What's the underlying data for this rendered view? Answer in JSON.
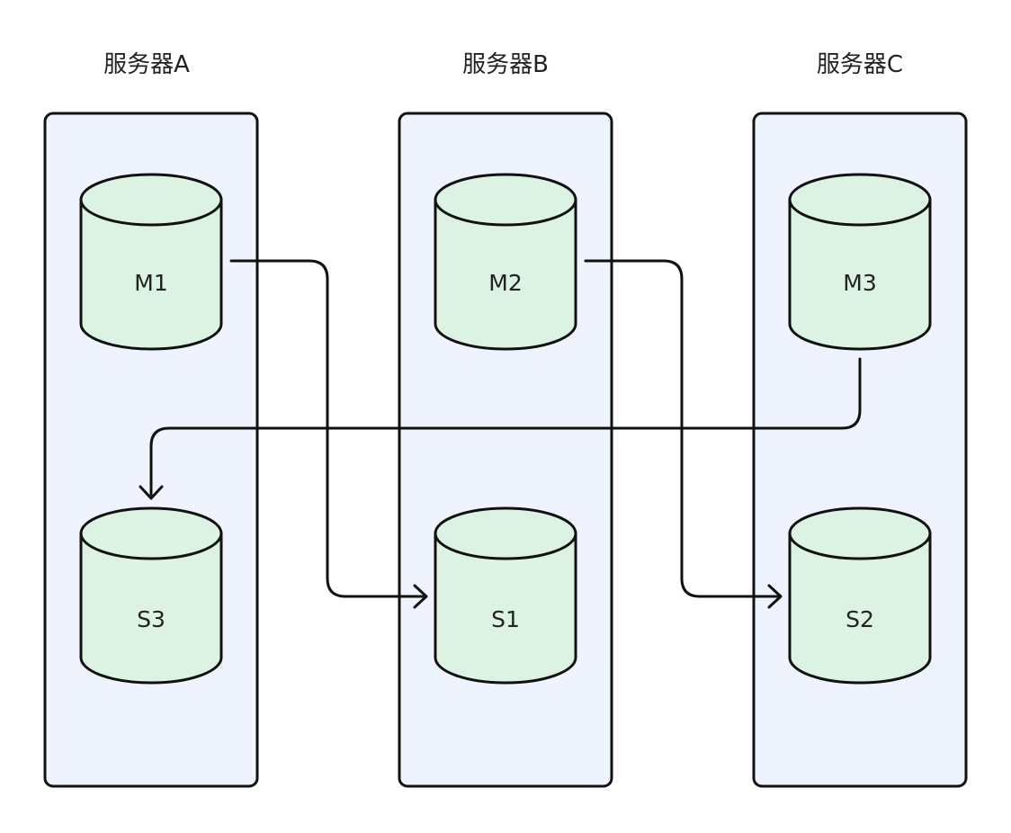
{
  "servers": [
    {
      "title": "服务器A"
    },
    {
      "title": "服务器B"
    },
    {
      "title": "服务器C"
    }
  ],
  "databases": {
    "m1": "M1",
    "m2": "M2",
    "m3": "M3",
    "s1": "S1",
    "s2": "S2",
    "s3": "S3"
  },
  "colors": {
    "server_fill": "#eff3fd",
    "db_fill": "#dcf3e3",
    "stroke": "#111111"
  },
  "connections": [
    {
      "from": "M1",
      "to": "S1"
    },
    {
      "from": "M2",
      "to": "S2"
    },
    {
      "from": "M3",
      "to": "S3"
    }
  ]
}
